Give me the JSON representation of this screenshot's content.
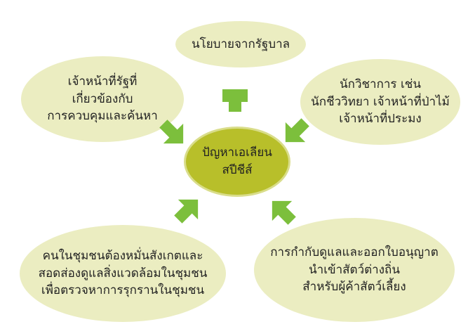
{
  "colors": {
    "outer_fill": "#ebedc1",
    "center_fill": "#b8bf2a",
    "center_stroke": "#d9dd8a",
    "arrow": "#7cbf3c",
    "text": "#222222"
  },
  "diagram": {
    "center": {
      "label": "ปัญหาเอเลียน\nสปีชีส์"
    },
    "top": {
      "label": "นโยบายจากรัฐบาล"
    },
    "left_upper": {
      "label": "เจ้าหน้าที่รัฐที่\nเกี่ยวข้องกับ\nการควบคุมและค้นหา"
    },
    "right_upper": {
      "label": "นักวิชาการ เช่น\nนักชีววิทยา เจ้าหน้าที่ป่าไม้\nเจ้าหน้าที่ประมง"
    },
    "left_lower": {
      "label": "คนในชุมชนต้องหมั่นสังเกตและ\nสอดส่องดูแลสิ่งแวดล้อมในชุมชน\nเพื่อตรวจหาการรุกรานในชุมชน"
    },
    "right_lower": {
      "label": "การกำกับดูแลและออกใบอนุญาต\nนำเข้าสัตว์ต่างถิ่น\nสำหรับผู้ค้าสัตว์เลี้ยง"
    }
  }
}
